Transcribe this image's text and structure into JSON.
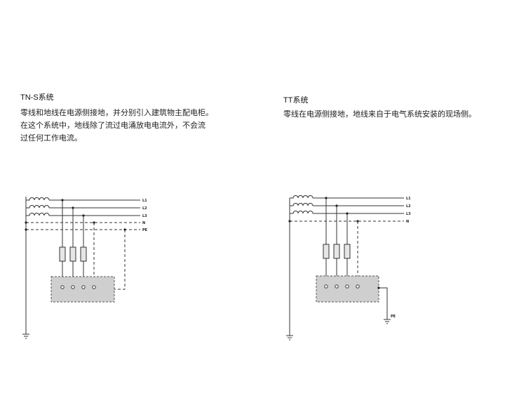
{
  "tn_s": {
    "title": "TN-S系统",
    "lines": [
      "零线和地线在电源侧接地，并分别引入建筑物主配电柜。",
      "在这个系统中，地线除了流过电涌放电电流外，不会流",
      "过任何工作电流。"
    ],
    "labels": [
      "L1",
      "L2",
      "L3",
      "N",
      "PE"
    ]
  },
  "tt": {
    "title": "TT系统",
    "lines": [
      "零线在电源侧接地，地线来自于电气系统安装的现场侧。"
    ],
    "labels": [
      "L1",
      "L2",
      "L3",
      "N",
      "PE"
    ]
  }
}
